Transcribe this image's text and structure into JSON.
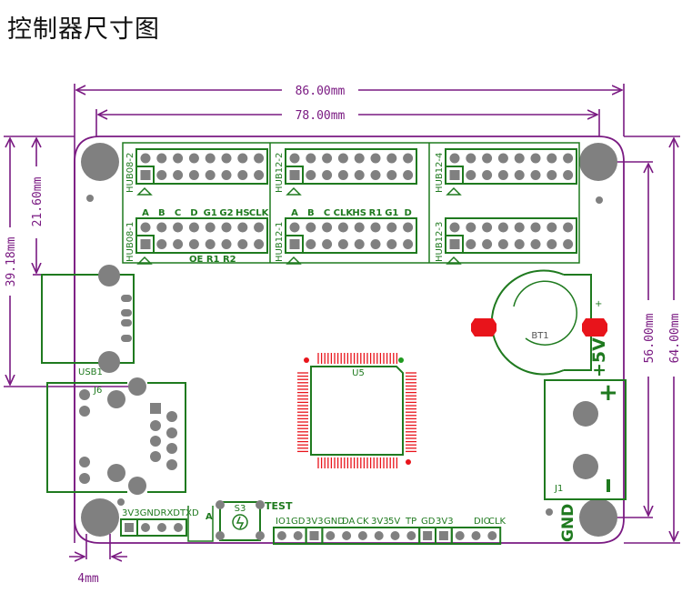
{
  "title": "控制器尺寸图",
  "dimensions": {
    "width_outer": "86.00mm",
    "width_holes": "78.00mm",
    "height_outer": "64.00mm",
    "height_holes": "56.00mm",
    "left_39": "39.18mm",
    "left_21": "21.60mm",
    "bottom_4": "4mm"
  },
  "headers": {
    "hub08_2": {
      "label": "HUB08-2"
    },
    "hub08_1": {
      "label": "HUB08-1",
      "top_pins": [
        "A",
        "B",
        "C",
        "D",
        "G1",
        "G2",
        "HS",
        "CLK"
      ],
      "bottom_pins": "OE R1 R2"
    },
    "hub12_2": {
      "label": "HUB12-2"
    },
    "hub12_1": {
      "label": "HUB12-1",
      "top_pins": [
        "A",
        "B",
        "C",
        "CLK",
        "HS",
        "R1",
        "G1",
        "D"
      ]
    },
    "hub12_4": {
      "label": "HUB12-4"
    },
    "hub12_3": {
      "label": "HUB12-3"
    }
  },
  "components": {
    "battery": "BT1",
    "battery_plus": "+",
    "power_label": "+5V",
    "mcu": "U5",
    "usb": "USB1",
    "jack": "J6",
    "power_jack": "J1",
    "power_plus": "+",
    "power_minus": "–",
    "gnd": "GND",
    "switch": "S3",
    "test": "TEST",
    "jumper": "A"
  },
  "serial_header": [
    "3V3",
    "GND",
    "RXD",
    "TXD"
  ],
  "bottom_header": [
    "IO1",
    "GD",
    "3V3",
    "GND",
    "DA",
    "CK",
    "3V3",
    "5V",
    "TP",
    "GD",
    "3V3",
    "DIO",
    "CLK"
  ],
  "colors": {
    "dimension": "#7a1a82",
    "silkscreen": "#1f7a1f",
    "pad": "#808080",
    "smd": "#e8141b"
  }
}
